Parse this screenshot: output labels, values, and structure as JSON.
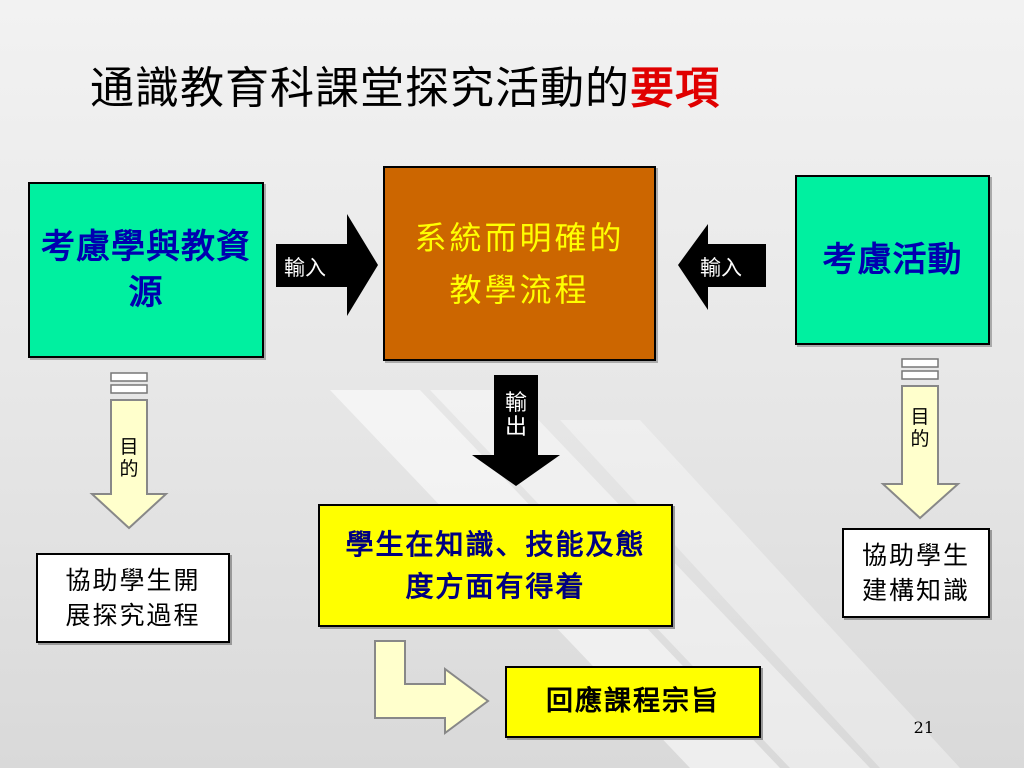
{
  "title": {
    "main": "通識教育科課堂探究活動的",
    "highlight": "要項"
  },
  "boxes": {
    "left": "考慮學與教資源",
    "center": "系統而明確的教學流程",
    "right": "考慮活動",
    "left_result": "協助學生開展探究過程",
    "right_result": "協助學生建構知識",
    "middle_result": "學生在知識、技能及態度方面有得着",
    "final": "回應課程宗旨"
  },
  "arrows": {
    "input_left": "輸入",
    "input_right": "輸入",
    "output": "輸出",
    "purpose_left": "目的",
    "purpose_right": "目的"
  },
  "colors": {
    "green_box": "#00f0a0",
    "center_box": "#cc6600",
    "yellow_box": "#ffff00",
    "highlight": "#e00000"
  },
  "page_number": "21"
}
